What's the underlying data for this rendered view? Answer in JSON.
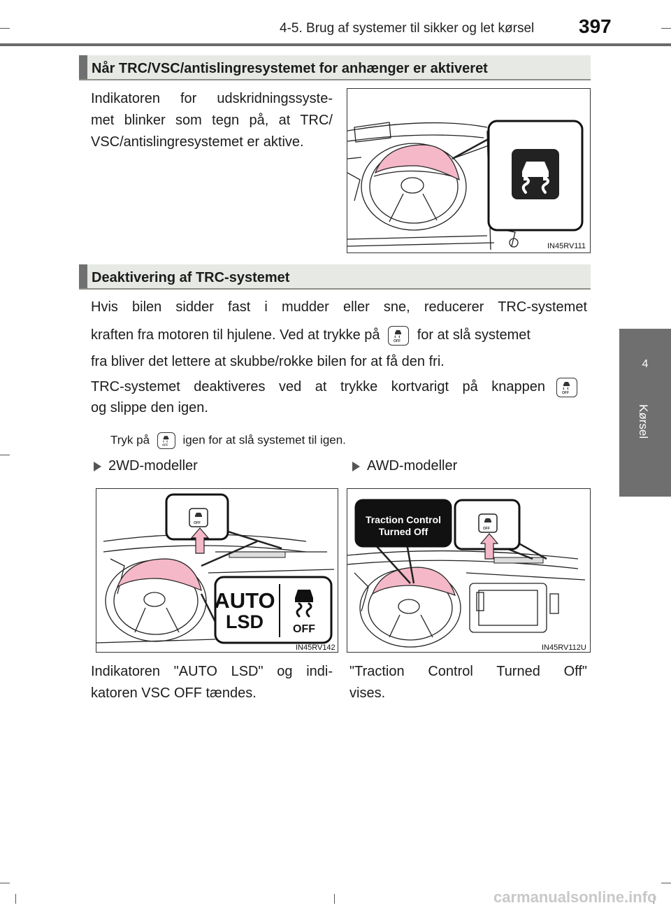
{
  "header": {
    "section_title": "4-5. Brug af systemer til sikker og let kørsel",
    "page_number": "397"
  },
  "side_tab": {
    "chapter_number": "4",
    "chapter_label": "Kørsel"
  },
  "section1": {
    "heading": "Når TRC/VSC/antislingresystemet for anhænger er aktiveret",
    "body_line1": "Indikatoren for udskridningssyste-",
    "body_line2": "met blinker som tegn på, at TRC/",
    "body_line3": "VSC/antislingresystemet er aktive.",
    "figure_code": "IN45RV111"
  },
  "section2": {
    "heading": "Deaktivering af TRC-systemet",
    "para1_line1": "Hvis bilen sidder fast i mudder eller sne, reducerer TRC-systemet",
    "para1_line2a": "kraften fra motoren til hjulene. Ved at trykke på",
    "para1_line2b": "for at slå systemet",
    "para1_line3": "fra bliver det lettere at skubbe/rokke bilen for at få den fri.",
    "para2_line1": "TRC-systemet deaktiveres ved at trykke kortvarigt på knappen",
    "para2_line2": "og slippe den igen.",
    "note_a": "Tryk på",
    "note_b": "igen for at slå systemet til igen."
  },
  "models": {
    "left": {
      "label": "2WD-modeller",
      "figure_code": "IN45RV142",
      "indicator_auto": "AUTO",
      "indicator_lsd": "LSD",
      "indicator_off": "OFF",
      "caption_line1": "Indikatoren \"AUTO LSD\" og indi-",
      "caption_line2": "katoren VSC OFF tændes."
    },
    "right": {
      "label": "AWD-modeller",
      "figure_code": "IN45RV112U",
      "message_line1": "Traction Control",
      "message_line2": "Turned Off",
      "caption_line1": "\"Traction Control Turned Off\"",
      "caption_line2": "vises."
    }
  },
  "button_text": "OFF",
  "watermark": "carmanualsonline.info",
  "colors": {
    "accent_pink": "#f4b8c8",
    "tab_gray": "#6f6f6f",
    "bar_bg": "#e6e9e4"
  }
}
